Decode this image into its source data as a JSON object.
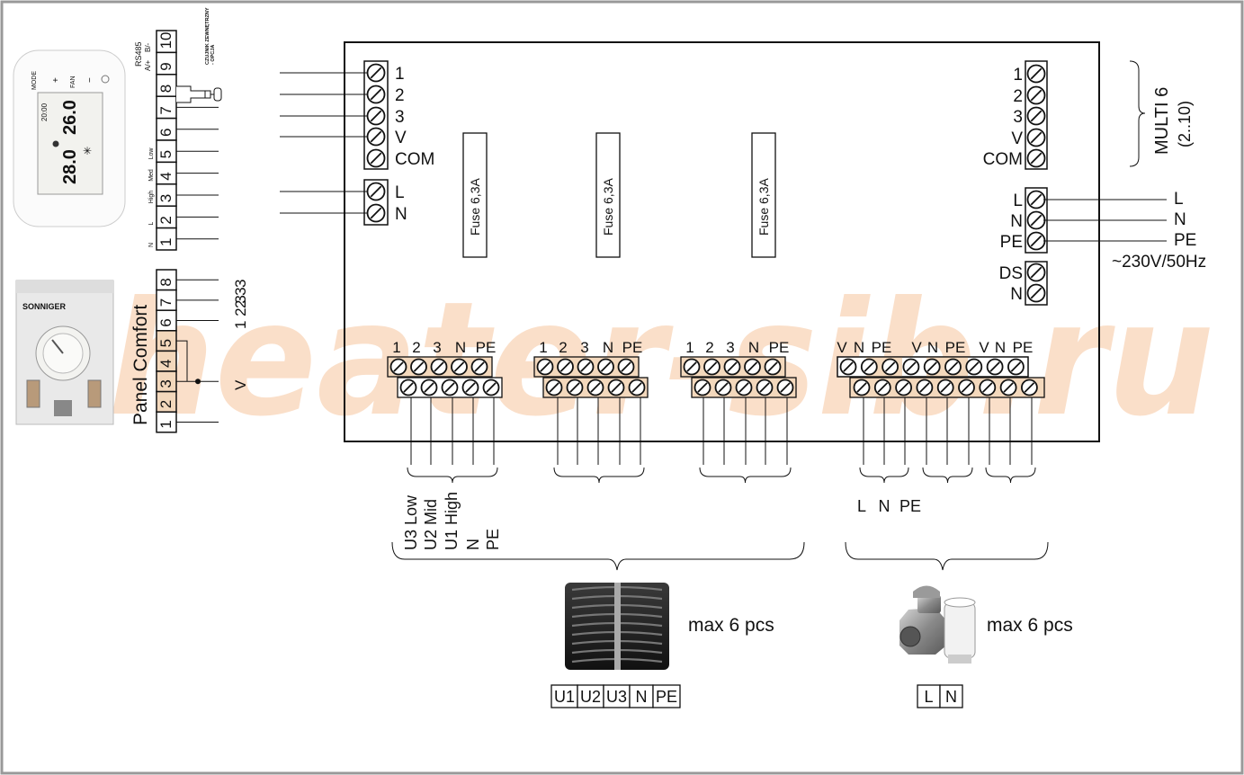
{
  "watermark": "heater-sib.ru",
  "thermostat": {
    "buttons": [
      "MODE",
      "+",
      "FAN",
      "−"
    ],
    "display_set": "26.0",
    "display_room": "28.0",
    "display_time": "20:00",
    "rs485_label": "RS485",
    "rs485_pins": [
      "A/+",
      "B/-"
    ],
    "sensor_label": "CZUJNIK ZEWNĘTRZNY\n- OPCJA",
    "terminals": [
      "10",
      "9",
      "8",
      "7",
      "6",
      "5",
      "4",
      "3",
      "2",
      "1"
    ],
    "speed_labels": [
      "Low",
      "Med",
      "High",
      "L",
      "N"
    ]
  },
  "panel": {
    "brand": "SONNIGER",
    "title": "Panel Comfort",
    "terminals": [
      "8",
      "7",
      "6",
      "5",
      "4",
      "3",
      "2",
      "1"
    ],
    "outputs": [
      "3",
      "2  3",
      "1  2  3",
      "V"
    ]
  },
  "controller": {
    "input_terminals": [
      "1",
      "2",
      "3",
      "V",
      "COM"
    ],
    "power_terminals": [
      "L",
      "N"
    ],
    "fuses": [
      "Fuse 6,3A",
      "Fuse 6,3A",
      "Fuse 6,3A"
    ],
    "multi_terminals": [
      "1",
      "2",
      "3",
      "V",
      "COM"
    ],
    "multi_label": "MULTI 6",
    "multi_range": "(2..10)",
    "supply_terminals": [
      "L",
      "N",
      "PE"
    ],
    "ds_terminals": [
      "DS",
      "N"
    ],
    "supply_voltage": "~230V/50Hz",
    "fan_group_labels": [
      "1",
      "2",
      "3",
      "N",
      "PE"
    ],
    "valve_group_labels": [
      "V",
      "N",
      "PE",
      "V",
      "N",
      "PE",
      "V",
      "N",
      "PE"
    ]
  },
  "fan_wires": [
    "U3 Low",
    "U2 Mid",
    "U1 High",
    "N",
    "PE"
  ],
  "valve_wires": [
    "L",
    "N",
    "PE"
  ],
  "heater": {
    "qty": "max 6 pcs",
    "terminals": [
      "U1",
      "U2",
      "U3",
      "N",
      "PE"
    ]
  },
  "valve": {
    "qty": "max 6 pcs",
    "terminals": [
      "L",
      "N"
    ]
  }
}
